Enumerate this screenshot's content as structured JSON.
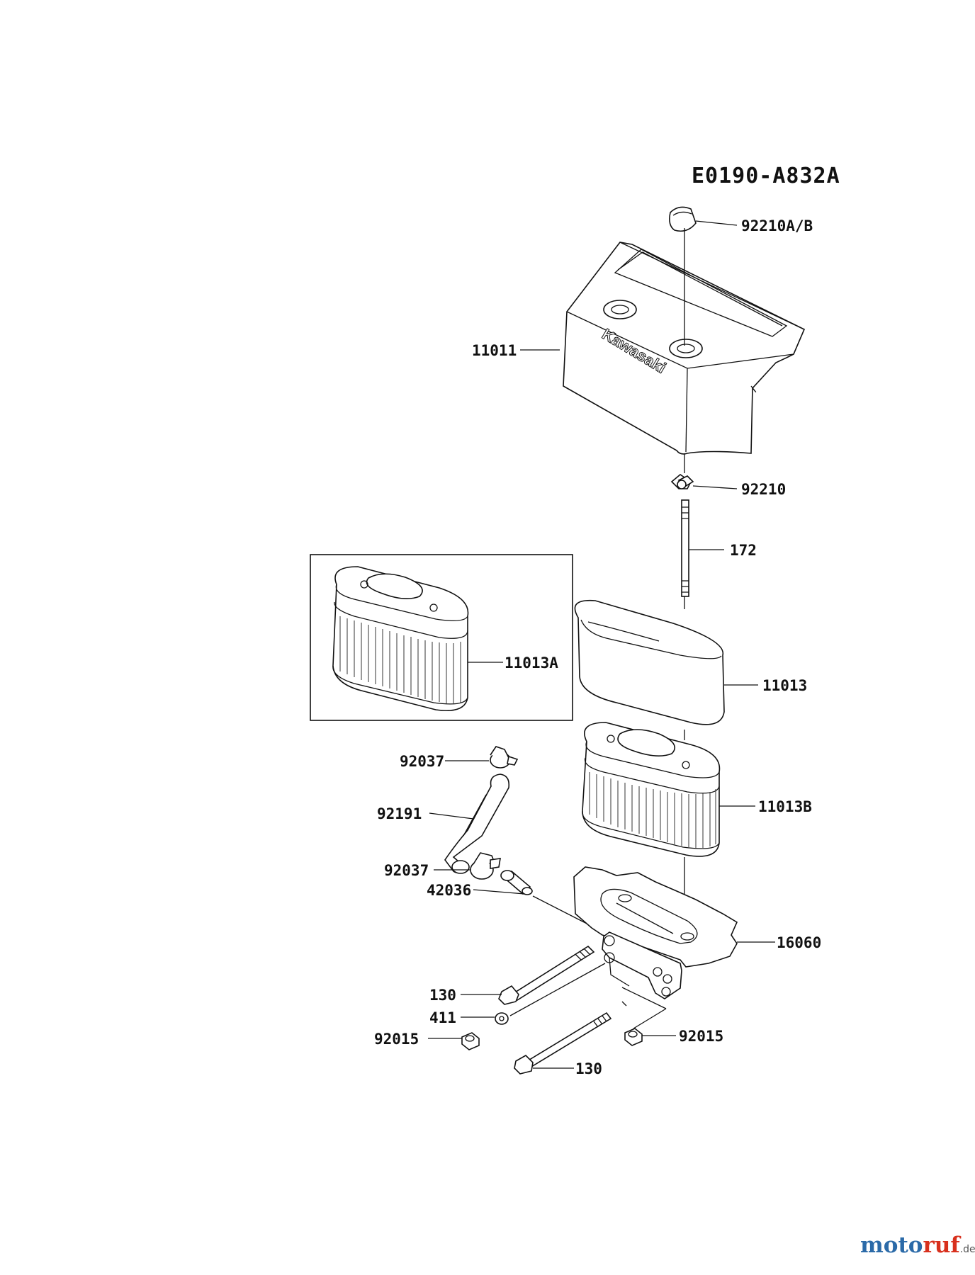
{
  "diagram_code": "E0190-A832A",
  "brand_mark": "Kawasaki",
  "labels": {
    "cap": "92210A/B",
    "cover": "11011",
    "wingnut": "92210",
    "stud": "172",
    "inset_filter": "11013A",
    "precleaner": "11013",
    "clamp_top": "92037",
    "hose": "92191",
    "filter": "11013B",
    "clamp_bottom": "92037",
    "fitting": "42036",
    "base": "16060",
    "bolt_upper": "130",
    "washer": "411",
    "nut_left": "92015",
    "nut_right": "92015",
    "bolt_lower": "130"
  },
  "watermark": {
    "part1": "moto",
    "part2": "ruf",
    "suffix": ".de",
    "colors": {
      "part1": "#2b6aa8",
      "part2": "#d8301d"
    }
  }
}
